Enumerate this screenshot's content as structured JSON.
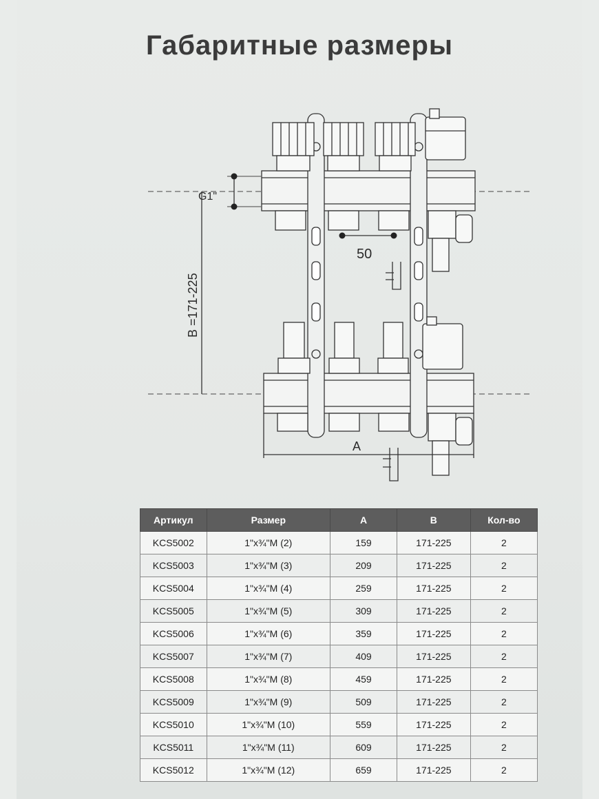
{
  "title": "Габаритные размеры",
  "drawing": {
    "g_label": "G1\"",
    "spacing_label": "50",
    "b_label": "B =171-225",
    "a_label": "A"
  },
  "table": {
    "headers": [
      "Артикул",
      "Размер",
      "A",
      "B",
      "Кол-во"
    ],
    "rows": [
      [
        "KCS5002",
        "1\"x¾\"M (2)",
        "159",
        "171-225",
        "2"
      ],
      [
        "KCS5003",
        "1\"x¾\"M (3)",
        "209",
        "171-225",
        "2"
      ],
      [
        "KCS5004",
        "1\"x¾\"M (4)",
        "259",
        "171-225",
        "2"
      ],
      [
        "KCS5005",
        "1\"x¾\"M (5)",
        "309",
        "171-225",
        "2"
      ],
      [
        "KCS5006",
        "1\"x¾\"M (6)",
        "359",
        "171-225",
        "2"
      ],
      [
        "KCS5007",
        "1\"x¾\"M (7)",
        "409",
        "171-225",
        "2"
      ],
      [
        "KCS5008",
        "1\"x¾\"M (8)",
        "459",
        "171-225",
        "2"
      ],
      [
        "KCS5009",
        "1\"x¾\"M (9)",
        "509",
        "171-225",
        "2"
      ],
      [
        "KCS5010",
        "1\"x¾\"M (10)",
        "559",
        "171-225",
        "2"
      ],
      [
        "KCS5011",
        "1\"x¾\"M (11)",
        "609",
        "171-225",
        "2"
      ],
      [
        "KCS5012",
        "1\"x¾\"M (12)",
        "659",
        "171-225",
        "2"
      ]
    ]
  }
}
